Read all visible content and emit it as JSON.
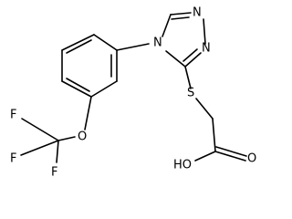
{
  "molecule": {
    "atoms": {
      "n_triazole_1": "N",
      "n_triazole_2": "N",
      "n_triazole_4": "N",
      "sulfur": "S",
      "oxygen_ether": "O",
      "fluorine_1": "F",
      "fluorine_2": "F",
      "fluorine_3": "F",
      "oxygen_carbonyl": "O",
      "hydroxyl": "HO"
    }
  }
}
